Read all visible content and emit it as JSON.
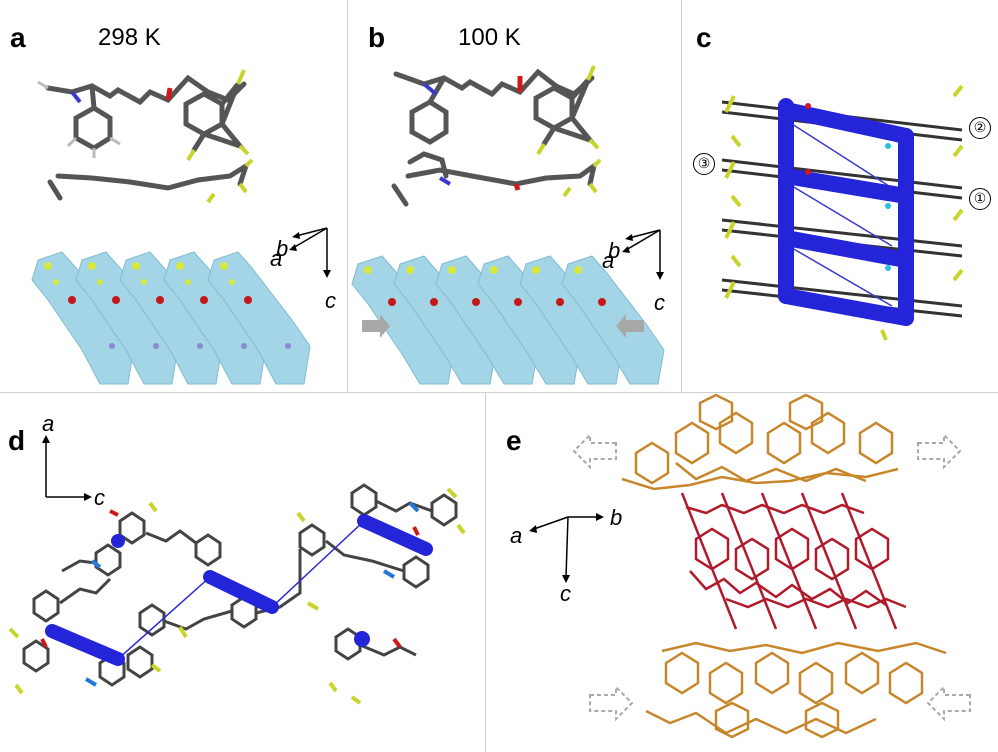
{
  "panels": {
    "a": {
      "label": "a",
      "temperature": "298 K"
    },
    "b": {
      "label": "b",
      "temperature": "100 K"
    },
    "c": {
      "label": "c",
      "markers": [
        "②",
        "③",
        "①"
      ]
    },
    "d": {
      "label": "d"
    },
    "e": {
      "label": "e"
    }
  },
  "axes": {
    "ab_triad": {
      "b": "b",
      "a": "a",
      "c": "c"
    },
    "d_axes": {
      "a": "a",
      "c": "c"
    },
    "e_axes": {
      "a": "a",
      "b": "b",
      "c": "c"
    }
  },
  "colors": {
    "framework_blue": "#2424d8",
    "stack_red": "#b01a2a",
    "stack_orange": "#c8862a",
    "surface_cyan": "#9fd3e6",
    "arrow_gray": "#a8a8a8"
  },
  "icons": [
    "dashed-left-arrow-icon",
    "dashed-right-arrow-icon",
    "solid-gray-arrow-icon"
  ]
}
